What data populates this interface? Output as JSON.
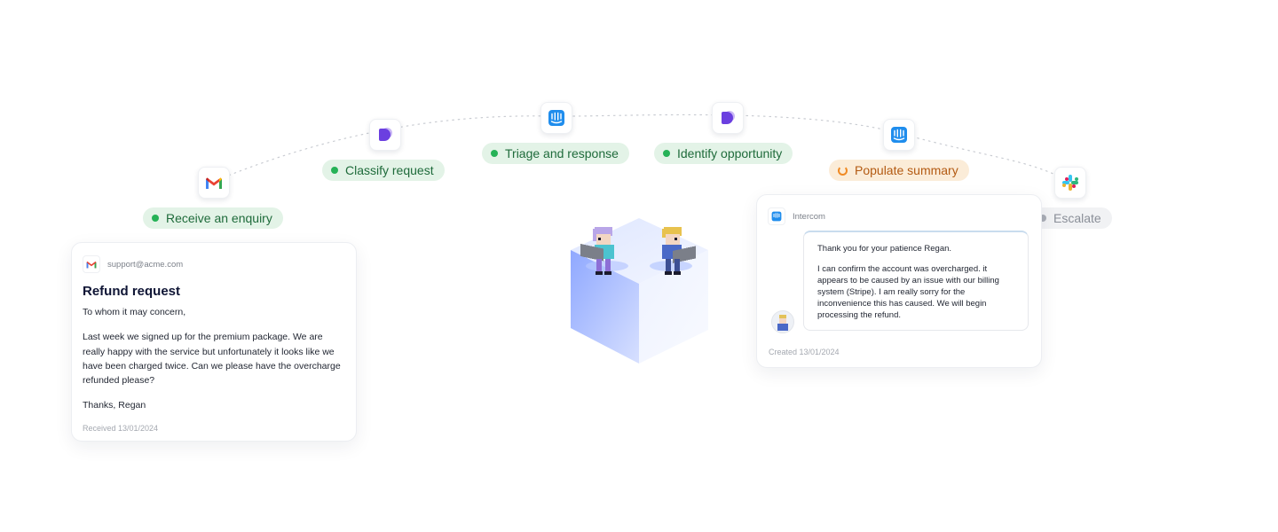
{
  "steps": [
    {
      "label": "Receive an enquiry",
      "status": "done",
      "icon": "gmail-icon"
    },
    {
      "label": "Classify request",
      "status": "done",
      "icon": "ai-agent-icon"
    },
    {
      "label": "Triage and response",
      "status": "done",
      "icon": "intercom-icon"
    },
    {
      "label": "Identify opportunity",
      "status": "done",
      "icon": "ai-agent-icon"
    },
    {
      "label": "Populate summary",
      "status": "in-progress",
      "icon": "intercom-icon"
    },
    {
      "label": "Escalate",
      "status": "pending",
      "icon": "slack-icon"
    }
  ],
  "email_card": {
    "from": "support@acme.com",
    "subject": "Refund request",
    "greeting": "To whom it may concern,",
    "body": "Last week we signed up for the premium package. We are really happy with the service but unfortunately it looks like we have been charged twice. Can we please have the overcharge refunded please?",
    "signoff": "Thanks, Regan",
    "footer": "Received 13/01/2024"
  },
  "chat_card": {
    "source": "Intercom",
    "line1": "Thank you for your patience Regan.",
    "line2": "I can confirm the account was overcharged. it appears to be caused by an issue with our billing system (Stripe). I am really sorry for the inconvenience this has caused. We will begin processing the refund.",
    "footer": "Created 13/01/2024"
  },
  "colors": {
    "done_bg": "#e3f3e7",
    "done_text": "#1f6b3b",
    "done_dot": "#26b257",
    "progress_bg": "#fbecd8",
    "progress_text": "#b35a12",
    "pending_bg": "#f1f2f4",
    "pending_text": "#8a8f98",
    "cube": "#9fb6ff"
  }
}
